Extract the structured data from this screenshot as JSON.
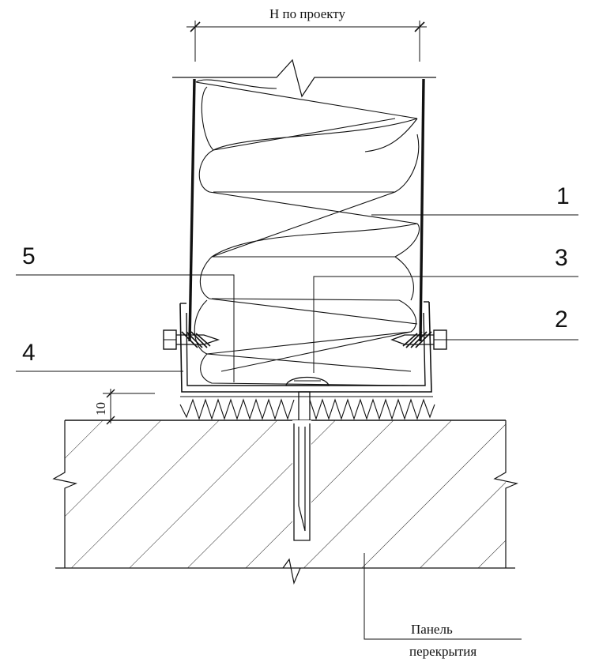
{
  "diagram": {
    "dimension_label": "H по проекту",
    "small_dimension": "10",
    "callouts": {
      "c1": "1",
      "c2": "2",
      "c3": "3",
      "c4": "4",
      "c5": "5"
    },
    "panel_label_line1": "Панель",
    "panel_label_line2": "перекрытия"
  }
}
